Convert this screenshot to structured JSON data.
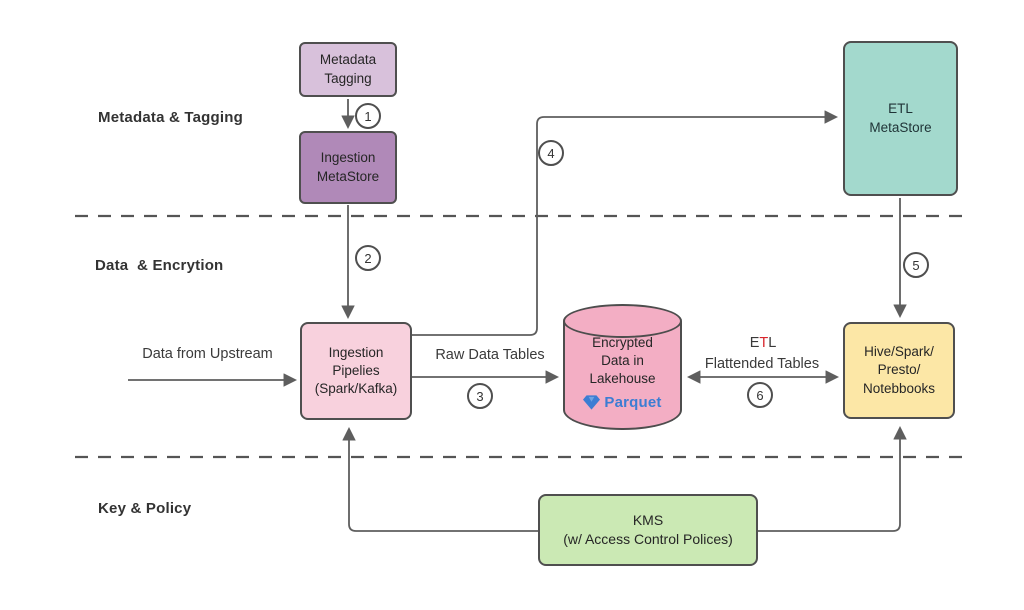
{
  "diagram": {
    "sections": [
      {
        "label": "Metadata & Tagging"
      },
      {
        "label": "Data  & Encrytion"
      },
      {
        "label": "Key & Policy"
      }
    ],
    "nodes": {
      "metadata_tagging": {
        "lines": [
          "Metadata",
          "Tagging"
        ]
      },
      "ingestion_metastore": {
        "lines": [
          "Ingestion",
          "MetaStore"
        ]
      },
      "etl_metastore": {
        "lines": [
          "ETL",
          "MetaStore"
        ]
      },
      "ingestion_pipelines": {
        "lines": [
          "Ingestion",
          "Pipelies",
          "(Spark/Kafka)"
        ]
      },
      "lakehouse": {
        "lines": [
          "Encrypted",
          "Data in",
          "Lakehouse"
        ],
        "logo": "Parquet"
      },
      "hive": {
        "lines": [
          "Hive/Spark/",
          "Presto/",
          "Notebbooks"
        ]
      },
      "kms": {
        "lines": [
          "KMS",
          "(w/ Access Control Polices)"
        ]
      }
    },
    "edge_labels": {
      "upstream": "Data from Upstream",
      "raw_tables": "Raw Data Tables",
      "etl_e": "E",
      "etl_t": "T",
      "etl_l": "L",
      "flattened": "Flattended Tables"
    },
    "steps": [
      "1",
      "2",
      "3",
      "4",
      "5",
      "6"
    ],
    "colors": {
      "mauve": "#d8c1db",
      "purple": "#b089b8",
      "teal": "#a3d9cd",
      "pink_light": "#f8d1dd",
      "pink_cylinder": "#f3aec4",
      "yellow": "#fce7a6",
      "green": "#cbe9b4",
      "parquet_blue": "#3c7dd3",
      "etl_red": "#d8252c",
      "stroke": "#4f4f4f"
    }
  }
}
